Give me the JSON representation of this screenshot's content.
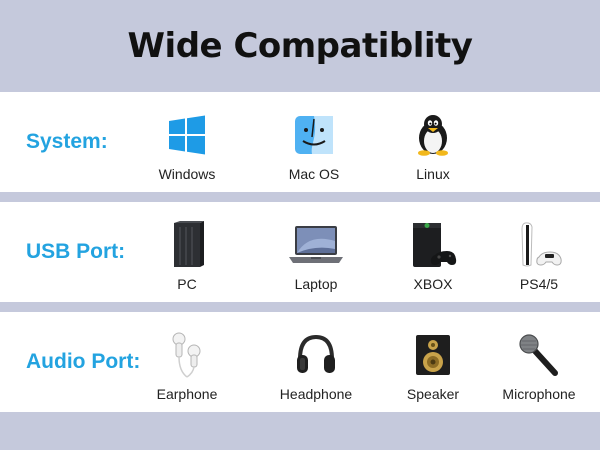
{
  "title": "Wide Compatiblity",
  "rows": [
    {
      "label": "System:",
      "items": [
        {
          "name": "Windows",
          "icon": "windows-logo-icon"
        },
        {
          "name": "Mac OS",
          "icon": "mac-finder-icon"
        },
        {
          "name": "Linux",
          "icon": "linux-penguin-icon"
        }
      ]
    },
    {
      "label": "USB Port:",
      "items": [
        {
          "name": "PC",
          "icon": "pc-tower-icon"
        },
        {
          "name": "Laptop",
          "icon": "laptop-icon"
        },
        {
          "name": "XBOX",
          "icon": "xbox-console-icon"
        },
        {
          "name": "PS4/5",
          "icon": "ps5-console-icon"
        }
      ]
    },
    {
      "label": "Audio Port:",
      "items": [
        {
          "name": "Earphone",
          "icon": "earphone-icon"
        },
        {
          "name": "Headphone",
          "icon": "headphone-icon"
        },
        {
          "name": "Speaker",
          "icon": "speaker-icon"
        },
        {
          "name": "Microphone",
          "icon": "microphone-icon"
        }
      ]
    }
  ],
  "colors": {
    "accent": "#23a3e0",
    "background": "#c5c9dc",
    "band": "#ffffff"
  }
}
